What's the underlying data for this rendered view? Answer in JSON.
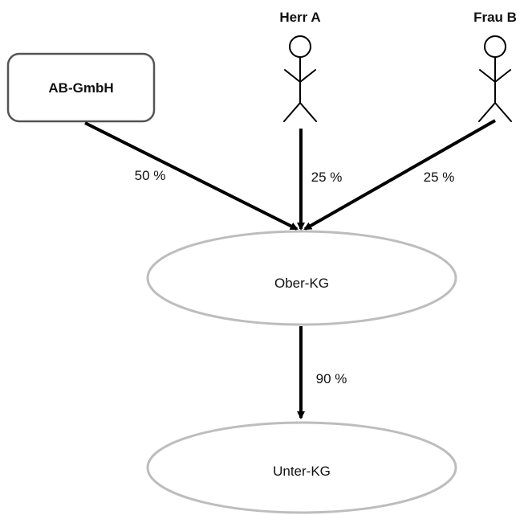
{
  "nodes": {
    "company": {
      "label": "AB-GmbH"
    },
    "person_a": {
      "label": "Herr A"
    },
    "person_b": {
      "label": "Frau B"
    },
    "ober": {
      "label": "Ober-KG"
    },
    "unter": {
      "label": "Unter-KG"
    }
  },
  "edges": {
    "company_to_ober": {
      "label": "50 %"
    },
    "person_a_to_ober": {
      "label": "25 %"
    },
    "person_b_to_ober": {
      "label": "25 %"
    },
    "ober_to_unter": {
      "label": "90 %"
    }
  }
}
